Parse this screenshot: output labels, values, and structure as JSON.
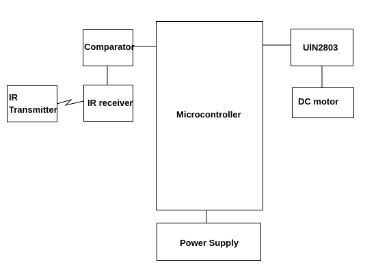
{
  "diagram": {
    "blocks": {
      "comparator": "Comparator",
      "ir_receiver": "IR receiver",
      "ir_transmitter_line1": "IR",
      "ir_transmitter_line2": "Transmitter",
      "microcontroller": "Microcontroller",
      "uln2803": "UlN2803",
      "dc_motor": "DC motor",
      "power_supply": "Power Supply"
    },
    "colors": {
      "line": "#000000",
      "background": "#ffffff"
    }
  }
}
